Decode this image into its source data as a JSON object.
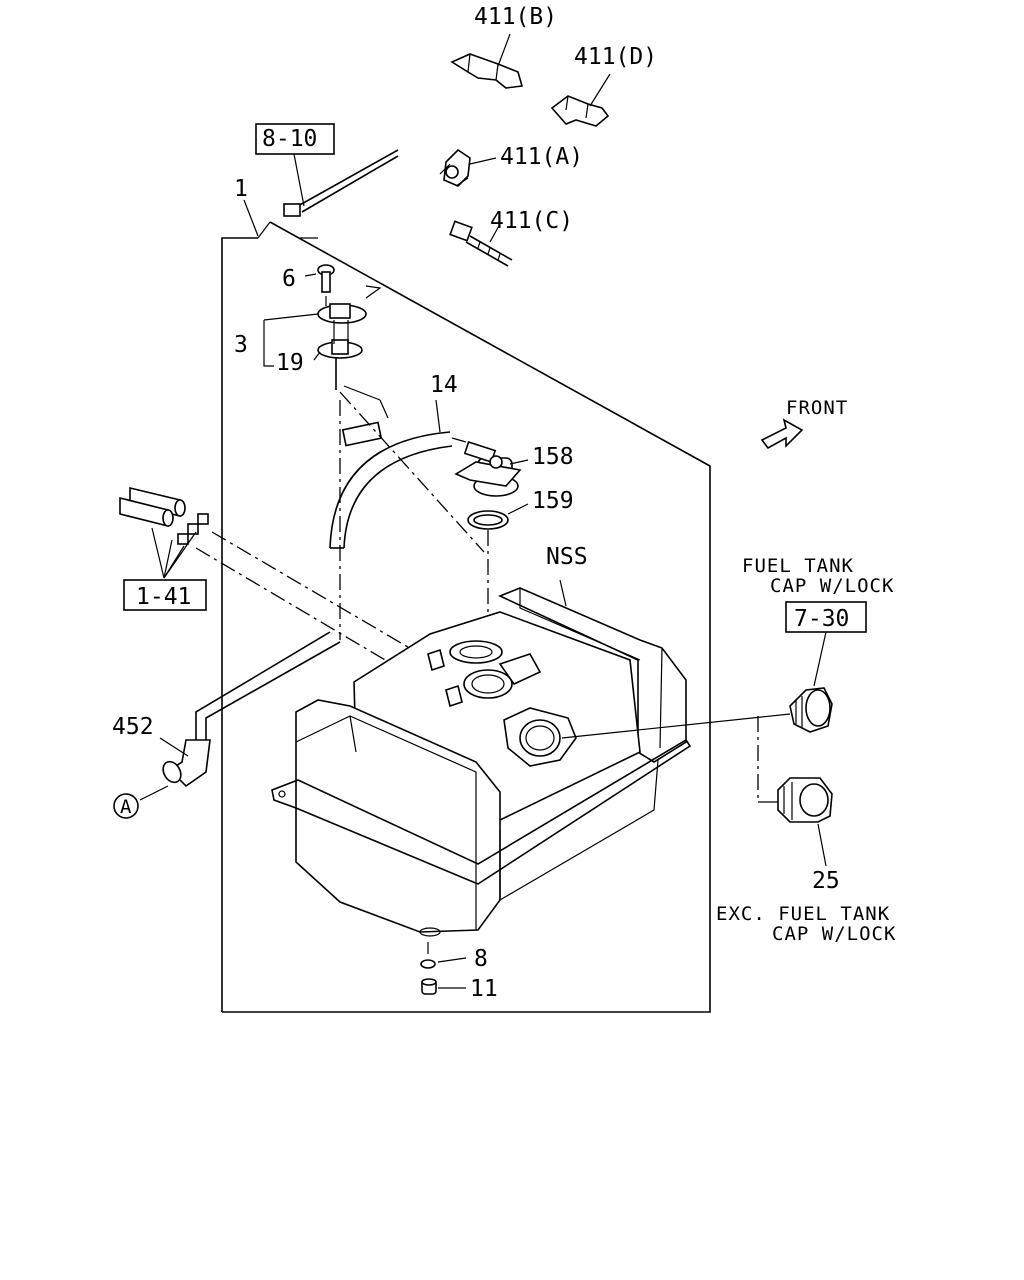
{
  "labels": {
    "p411b": "411(B)",
    "p411d": "411(D)",
    "p810": "8-10",
    "p411a": "411(A)",
    "p1": "1",
    "p411c": "411(C)",
    "p6": "6",
    "p3": "3",
    "p19": "19",
    "p14": "14",
    "front": "FRONT",
    "p158": "158",
    "p159": "159",
    "p141": "1-41",
    "nss": "NSS",
    "fuel_tank_cap_line1": "FUEL TANK",
    "fuel_tank_cap_line2": "CAP W/LOCK",
    "p730": "7-30",
    "p452": "452",
    "ref_a": "A",
    "p25": "25",
    "exc_line1": "EXC. FUEL TANK",
    "exc_line2": "CAP W/LOCK",
    "p8": "8",
    "p11": "11"
  }
}
